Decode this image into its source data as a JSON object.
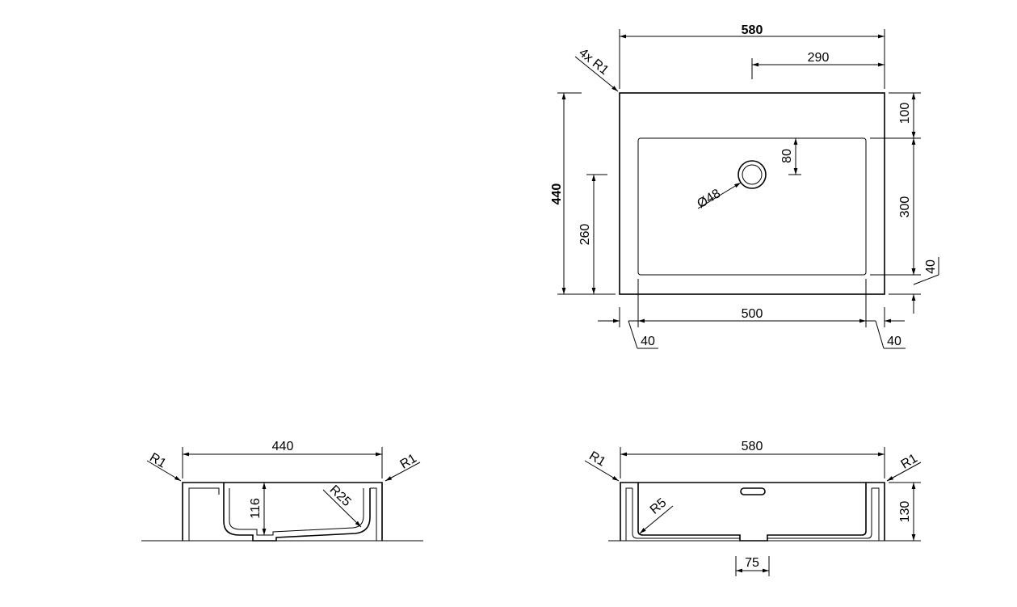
{
  "top_view": {
    "overall_width": "580",
    "half_width": "290",
    "overall_depth": "440",
    "drain_offset": "260",
    "corner_radius": "4x R1",
    "drain_diameter": "Ø48",
    "drain_from_bowl_edge": "80",
    "back_margin": "100",
    "bowl_depth": "300",
    "front_margin": "40",
    "bowl_width": "500",
    "left_margin": "40",
    "right_margin": "40"
  },
  "side_section": {
    "width": "440",
    "left_radius": "R1",
    "right_radius": "R1",
    "bowl_height": "116",
    "inner_radius": "R25"
  },
  "front_section": {
    "width": "580",
    "left_radius": "R1",
    "right_radius": "R1",
    "height": "130",
    "inner_radius": "R5",
    "drain_width": "75"
  }
}
